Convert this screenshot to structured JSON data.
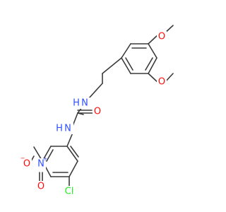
{
  "molecule": {
    "colors": {
      "bond": "#3b3b3b",
      "carbon": "#3b3b3b",
      "oxygen": "#ff0d0d",
      "nitrogen": "#3050f8",
      "chlorine": "#1ff01f"
    },
    "atoms": {
      "methoxy_top_o": "O",
      "methoxy_side_o": "O",
      "urea_nh_upper": "N",
      "urea_nh_upper_h": "H",
      "urea_carbonyl_o": "O",
      "urea_nh_lower": "N",
      "urea_nh_lower_h": "H",
      "nitro_o_minus": "O",
      "nitro_o_minus_charge": "−",
      "nitro_n_plus": "N",
      "nitro_n_plus_charge": "+",
      "nitro_o_double": "O",
      "chlorine": "Cl"
    }
  }
}
